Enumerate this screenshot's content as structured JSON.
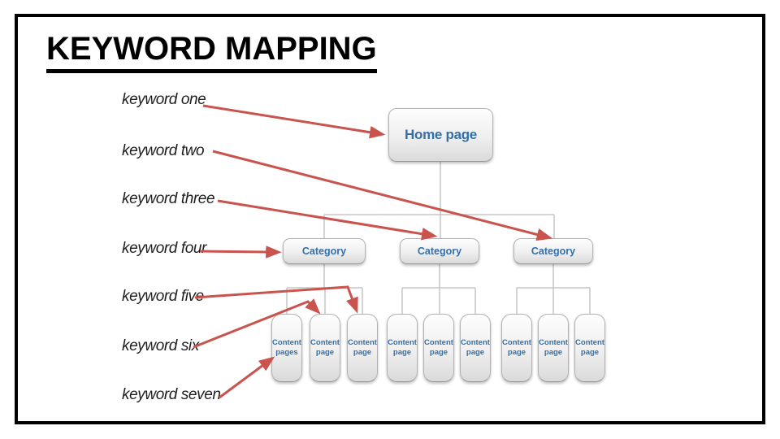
{
  "title": "KEYWORD MAPPING",
  "colors": {
    "arrow_red": "#c9544e",
    "node_text_blue": "#346fa8",
    "connector_gray": "#c5c5c5",
    "title_black": "#000000"
  },
  "keywords": [
    {
      "label": "keyword one",
      "maps_to": "home-page"
    },
    {
      "label": "keyword two",
      "maps_to": "category-3"
    },
    {
      "label": "keyword three",
      "maps_to": "category-2"
    },
    {
      "label": "keyword four",
      "maps_to": "category-1"
    },
    {
      "label": "keyword five",
      "maps_to": "category-1-content-page-3"
    },
    {
      "label": "keyword six",
      "maps_to": "category-1-content-page-2"
    },
    {
      "label": "keyword seven",
      "maps_to": "category-1-content-pages-1"
    }
  ],
  "sitemap": {
    "home": {
      "label": "Home page"
    },
    "categories": [
      {
        "label": "Category",
        "children": [
          "Content pages",
          "Content page",
          "Content page"
        ]
      },
      {
        "label": "Category",
        "children": [
          "Content page",
          "Content page",
          "Content page"
        ]
      },
      {
        "label": "Category",
        "children": [
          "Content page",
          "Content page",
          "Content page"
        ]
      }
    ]
  }
}
